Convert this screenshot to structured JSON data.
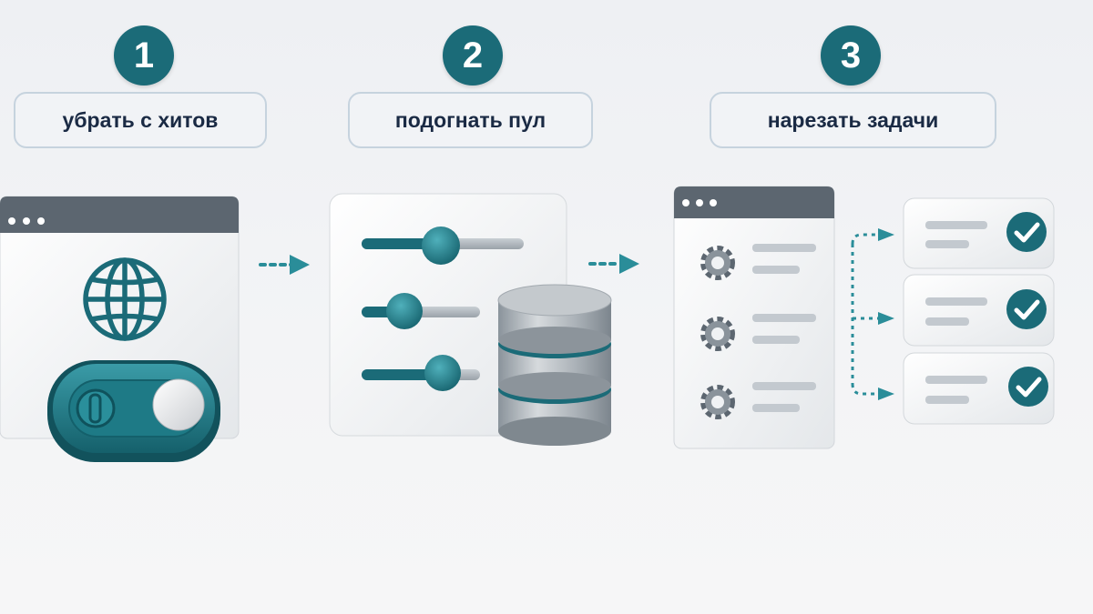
{
  "steps": [
    {
      "number": "1",
      "label": "убрать с хитов"
    },
    {
      "number": "2",
      "label": "подогнать пул"
    },
    {
      "number": "3",
      "label": "нарезать задачи"
    }
  ],
  "icons": {
    "step1": [
      "browser-window-icon",
      "globe-icon",
      "toggle-switch-icon"
    ],
    "step2": [
      "sliders-panel-icon",
      "database-icon"
    ],
    "step3": [
      "settings-list-window-icon",
      "gear-icon",
      "checklist-card-icon",
      "checkmark-icon"
    ]
  },
  "colors": {
    "accent": "#1b6b78",
    "teal_light": "#2a8d99",
    "window_bar": "#5c6670",
    "label_text": "#1a2a44",
    "label_border": "#c6d3de"
  }
}
